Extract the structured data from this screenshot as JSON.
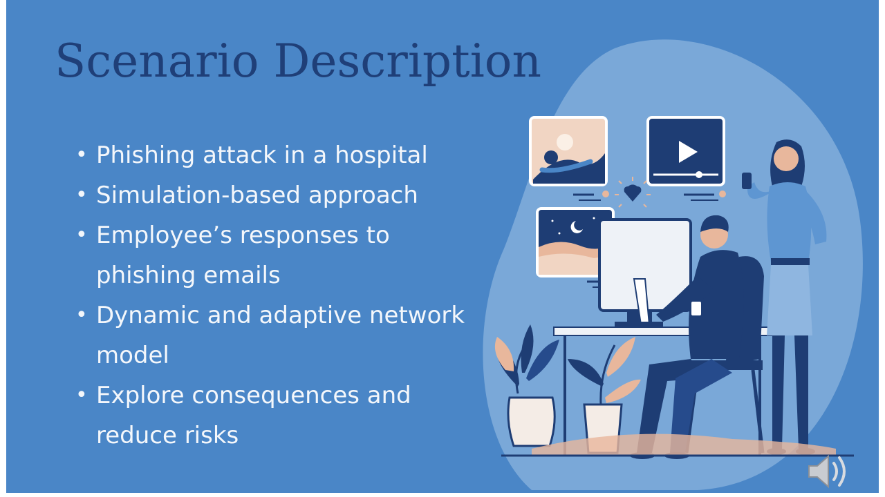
{
  "slide": {
    "title": "Scenario Description",
    "bullets": [
      "Phishing attack in a hospital",
      "Simulation-based approach",
      "Employee’s responses to phishing emails",
      "Dynamic and adaptive network model",
      "Explore consequences and reduce risks"
    ]
  },
  "icons": {
    "illustration": "person-at-computer-illustration",
    "play": "play-icon",
    "heart": "heart-icon",
    "moon": "moon-icon",
    "speaker": "speaker-icon"
  },
  "colors": {
    "background": "#4a86c7",
    "title": "#1f3f78",
    "bullet_text": "#f4f7fb",
    "blob": "#7aa8d8",
    "navy": "#1e3d74",
    "peach": "#e8b79c"
  }
}
